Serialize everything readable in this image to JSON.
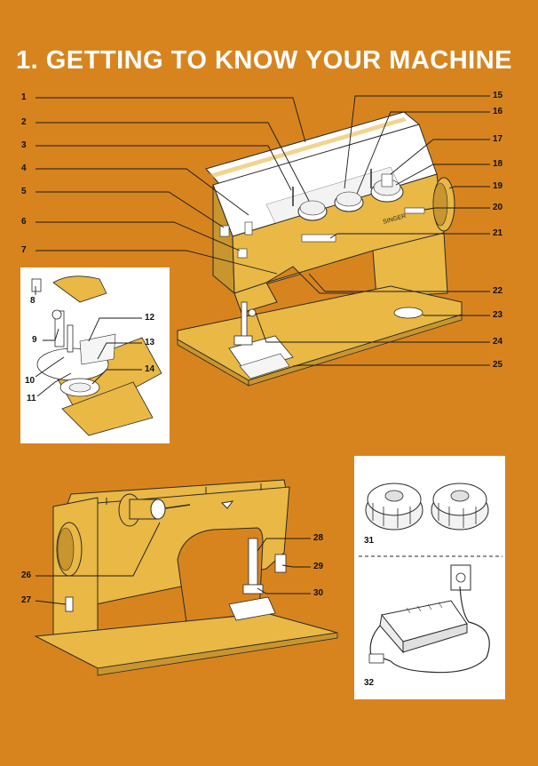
{
  "page": {
    "title": "1. GETTING TO KNOW YOUR MACHINE",
    "brand_label": "SINGER",
    "colors": {
      "background": "#d7841f",
      "machine_body": "#e9b845",
      "machine_shade": "#c9952e",
      "panel_white": "#ffffff",
      "outline": "#2a2a2a"
    }
  },
  "callouts": {
    "top_left": [
      "1",
      "2",
      "3",
      "4",
      "5",
      "6",
      "7"
    ],
    "top_right": [
      "15",
      "16",
      "17",
      "18",
      "19",
      "20",
      "21",
      "22",
      "23",
      "24",
      "25"
    ],
    "inset_detail": [
      "8",
      "9",
      "10",
      "11",
      "12",
      "13",
      "14"
    ],
    "rear_view": [
      "26",
      "27",
      "28",
      "29",
      "30"
    ],
    "accessories": [
      "31",
      "32"
    ]
  }
}
